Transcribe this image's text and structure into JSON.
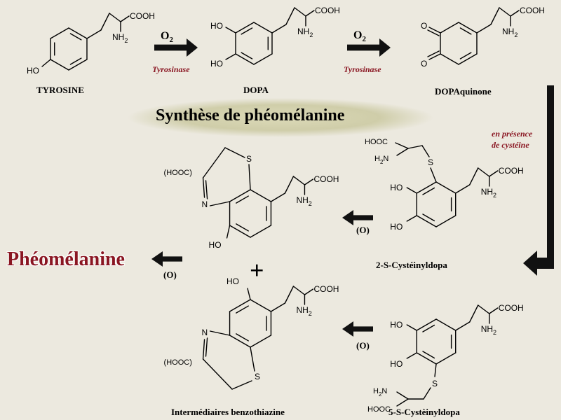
{
  "title": "Synthèse de phéomélanine",
  "compounds": {
    "tyrosine": "TYROSINE",
    "dopa": "DOPA",
    "dopaquinone": "DOPAquinone",
    "cysteinyldopa_2s": "2-S-Cystéinyldopa",
    "cysteinyldopa_5s": "5-S-Cystèinyldopa",
    "benzothiazine": "Intermédiaires benzothiazine",
    "product": "Phéomélanine"
  },
  "reagents": {
    "oxygen": "O",
    "oxygen_sub": "2",
    "enzyme": "Tyrosinase",
    "cysteine_line1": "en présence",
    "cysteine_line2": "de cystéine",
    "oxidation": "(O)",
    "plus": "+"
  },
  "atoms": {
    "cooh": "COOH",
    "nh2": "NH",
    "nh2_sub": "2",
    "ho": "HO",
    "o": "O",
    "s": "S",
    "n": "N",
    "hooc_paren": "(HOOC)",
    "hooc": "HOOC",
    "h2n": "H",
    "h2n_sub": "2",
    "h2n_n": "N"
  },
  "colors": {
    "background": "#ece9df",
    "title_glow": "#c9c7a4",
    "arrow": "#111111",
    "enzyme_text": "#8a1622",
    "product_text": "#8a1622"
  }
}
